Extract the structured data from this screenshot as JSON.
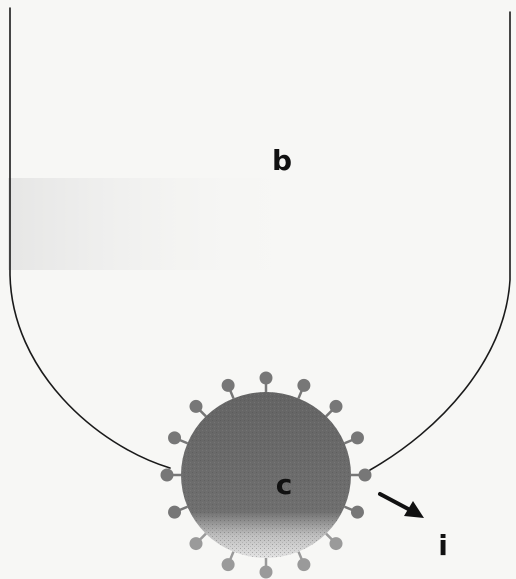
{
  "diagram": {
    "labels": {
      "container": "b",
      "particle": "c",
      "arrow": "i"
    },
    "colors": {
      "background": "#f7f7f5",
      "container_outline": "#1a1a1a",
      "particle_fill": "#6e6e6e",
      "particle_dark": "#585858",
      "knob_fill": "#777777",
      "arrow": "#111111"
    },
    "particle": {
      "knob_count": 16
    }
  }
}
